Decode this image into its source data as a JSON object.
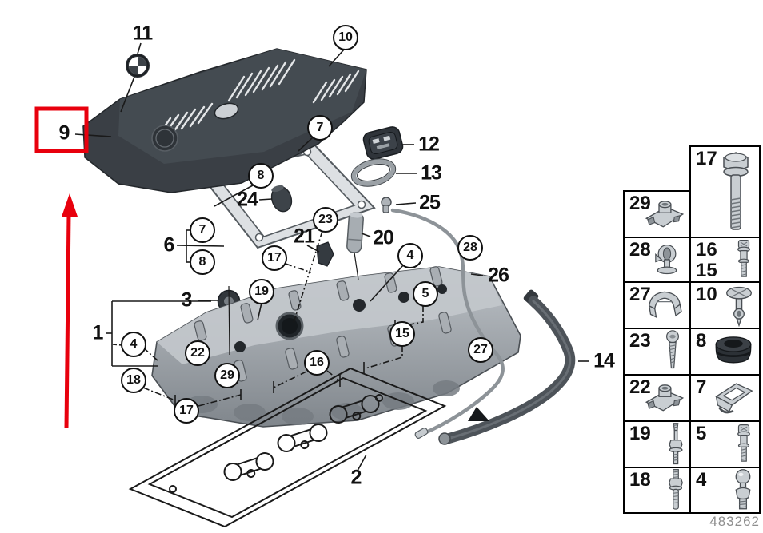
{
  "doc_number": "483262",
  "highlight": {
    "color": "#e8000d",
    "boxed_label": "9",
    "arrow": "red-up-arrow"
  },
  "callouts": [
    {
      "label": "11",
      "shape": "plain"
    },
    {
      "label": "10",
      "shape": "circle"
    },
    {
      "label": "9",
      "shape": "plain",
      "highlighted": true
    },
    {
      "label": "7",
      "shape": "circle"
    },
    {
      "label": "12",
      "shape": "plain"
    },
    {
      "label": "13",
      "shape": "plain"
    },
    {
      "label": "8",
      "shape": "circle"
    },
    {
      "label": "24",
      "shape": "plain"
    },
    {
      "label": "25",
      "shape": "plain"
    },
    {
      "label": "23",
      "shape": "circle"
    },
    {
      "label": "21",
      "shape": "plain"
    },
    {
      "label": "20",
      "shape": "plain"
    },
    {
      "label": "6",
      "shape": "plain"
    },
    {
      "label": "7",
      "shape": "circle"
    },
    {
      "label": "8",
      "shape": "circle"
    },
    {
      "label": "17",
      "shape": "circle"
    },
    {
      "label": "28",
      "shape": "circle"
    },
    {
      "label": "26",
      "shape": "plain"
    },
    {
      "label": "3",
      "shape": "plain"
    },
    {
      "label": "19",
      "shape": "circle"
    },
    {
      "label": "4",
      "shape": "circle"
    },
    {
      "label": "5",
      "shape": "circle"
    },
    {
      "label": "1",
      "shape": "plain"
    },
    {
      "label": "4",
      "shape": "circle"
    },
    {
      "label": "22",
      "shape": "circle"
    },
    {
      "label": "15",
      "shape": "circle"
    },
    {
      "label": "16",
      "shape": "circle"
    },
    {
      "label": "27",
      "shape": "circle"
    },
    {
      "label": "14",
      "shape": "plain"
    },
    {
      "label": "18",
      "shape": "circle"
    },
    {
      "label": "29",
      "shape": "circle"
    },
    {
      "label": "17",
      "shape": "circle"
    },
    {
      "label": "2",
      "shape": "plain"
    }
  ],
  "legend": {
    "cells": [
      {
        "labels": [
          "17"
        ],
        "icon": "hex-bolt-icon"
      },
      {
        "labels": [
          "29"
        ],
        "icon": "cage-nut-icon"
      },
      {
        "labels": [
          "28"
        ],
        "icon": "clip-holder-icon"
      },
      {
        "labels": [
          "16",
          "15"
        ],
        "icon": "stud-bolt-icon"
      },
      {
        "labels": [
          "27"
        ],
        "icon": "clamp-icon"
      },
      {
        "labels": [
          "10"
        ],
        "icon": "washer-screw-icon"
      },
      {
        "labels": [
          "23"
        ],
        "icon": "tapping-screw-icon"
      },
      {
        "labels": [
          "8"
        ],
        "icon": "grommet-icon"
      },
      {
        "labels": [
          "22"
        ],
        "icon": "cage-nut-icon"
      },
      {
        "labels": [
          "7"
        ],
        "icon": "sheet-clip-icon"
      },
      {
        "labels": [
          "19"
        ],
        "icon": "stud-icon"
      },
      {
        "labels": [
          "5"
        ],
        "icon": "stud-bolt-icon"
      },
      {
        "labels": [
          "18"
        ],
        "icon": "double-stud-icon"
      },
      {
        "labels": [
          "4"
        ],
        "icon": "ball-stud-icon"
      }
    ]
  }
}
